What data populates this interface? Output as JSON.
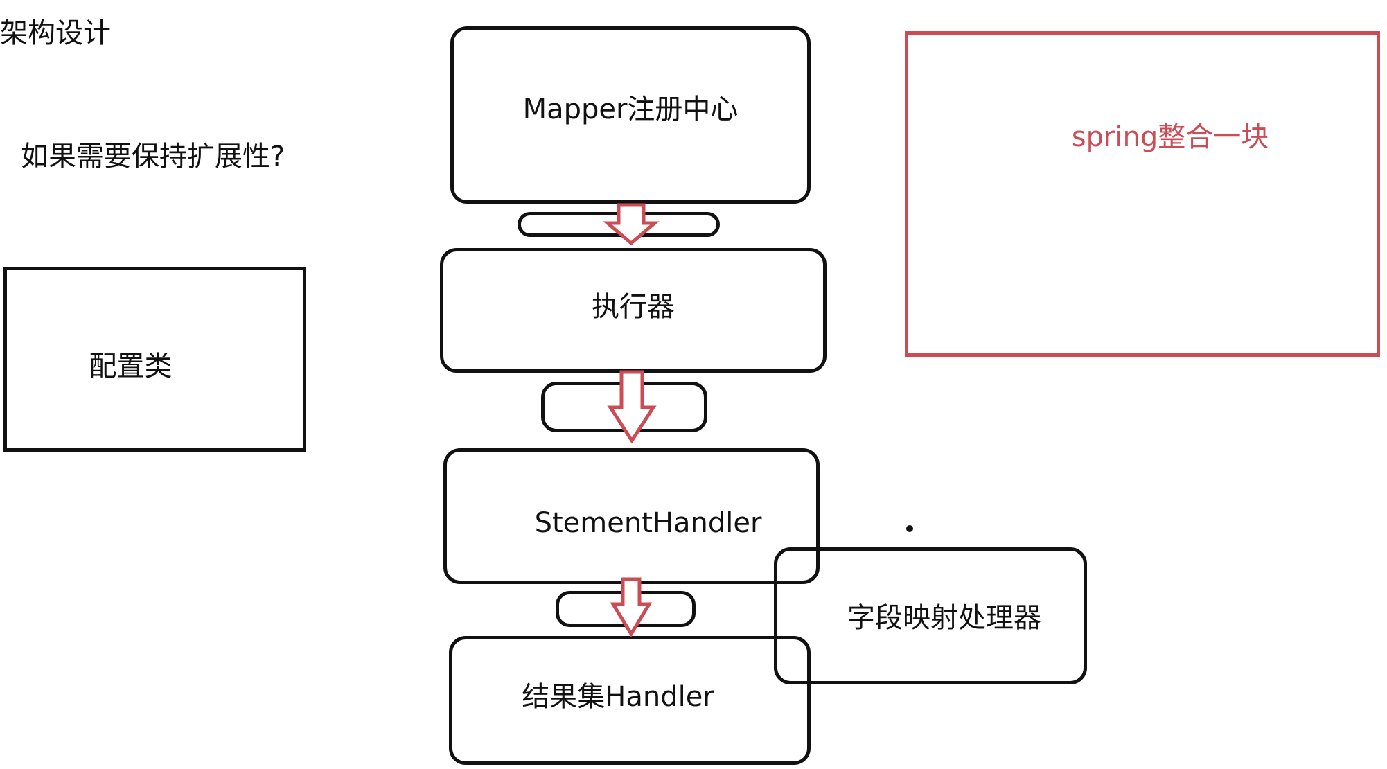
{
  "title": "架构设计",
  "question": "如果需要保持扩展性?",
  "boxes": {
    "config": "配置类",
    "mapper_registry": "Mapper注册中心",
    "executor": "执行器",
    "statement_handler": "StementHandler",
    "result_set_handler": "结果集Handler",
    "field_mapping_processor": "字段映射处理器",
    "spring_integration": "spring整合一块"
  },
  "colors": {
    "stroke": "#111111",
    "accent_red": "#cc4c55"
  }
}
